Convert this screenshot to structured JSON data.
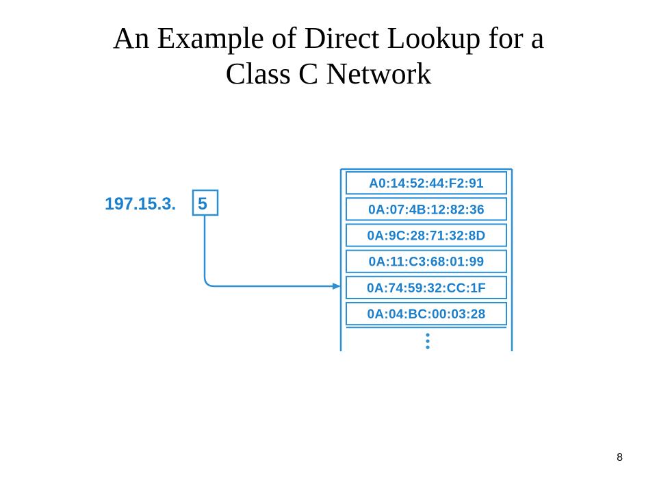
{
  "title": {
    "line1": "An Example of Direct Lookup for a",
    "line2": "Class C Network"
  },
  "diagram": {
    "address": {
      "prefix": "197.15.3.",
      "host": "5"
    },
    "table_entries": [
      "A0:14:52:44:F2:91",
      "0A:07:4B:12:82:36",
      "0A:9C:28:71:32:8D",
      "0A:11:C3:68:01:99",
      "0A:74:59:32:CC:1F",
      "0A:04:BC:00:03:28"
    ],
    "continuation": "⋮",
    "highlighted_index": 4,
    "colors": {
      "accent": "#2b8fd6",
      "text": "#1a7fcc"
    }
  },
  "page_number": "8"
}
